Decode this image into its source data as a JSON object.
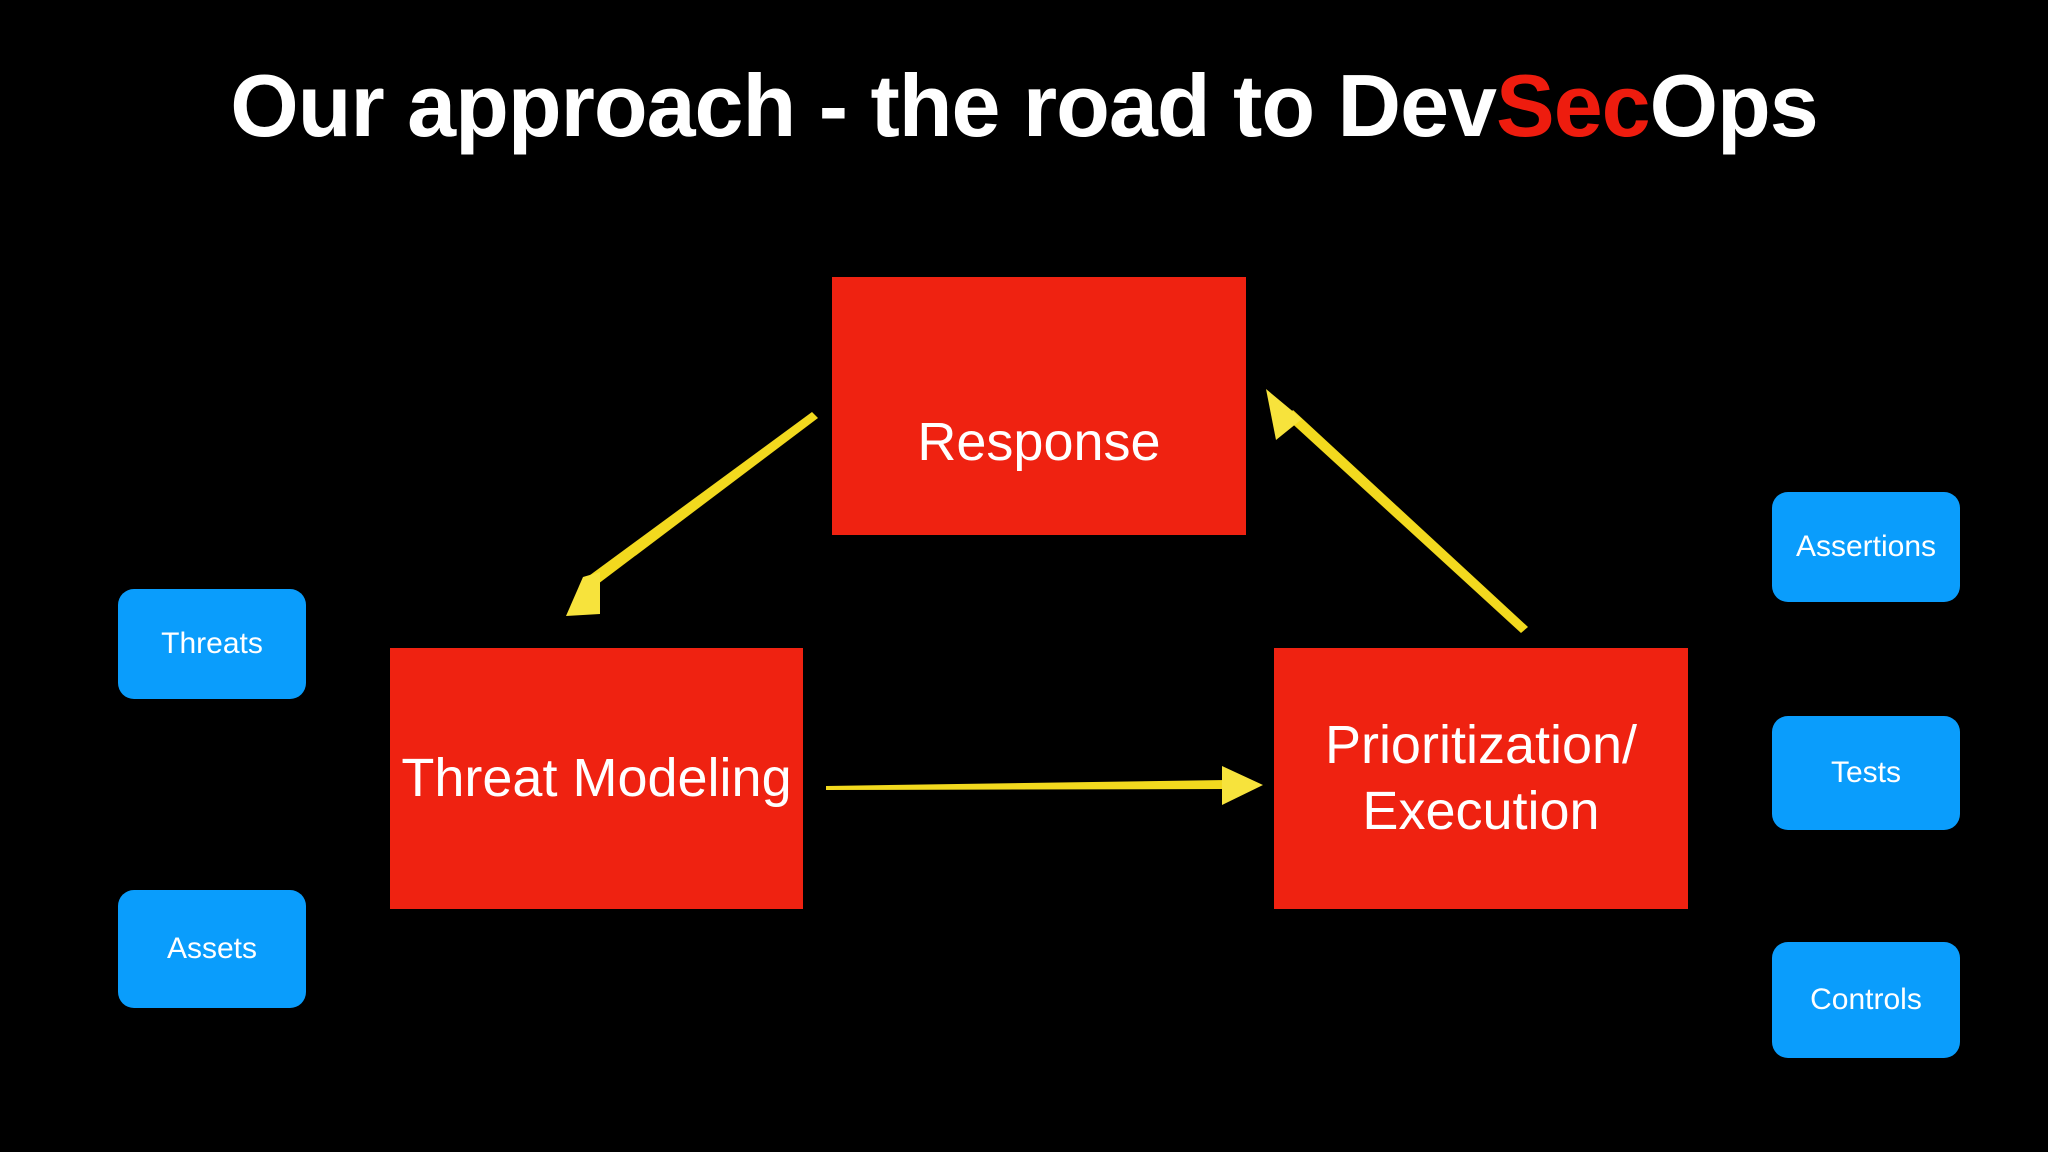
{
  "slide": {
    "background_color": "#000000",
    "title": {
      "part1": "Our approach - the road to Dev",
      "accent": "Sec",
      "part2": "Ops",
      "accent_color": "#ee1c0e",
      "text_color": "#ffffff"
    }
  },
  "process_boxes": [
    {
      "id": "response",
      "label": "Response",
      "fill": "#ef2211",
      "text_color": "#ffffff"
    },
    {
      "id": "threat-modeling",
      "label": "Threat Modeling",
      "fill": "#ef2211",
      "text_color": "#ffffff"
    },
    {
      "id": "prioritization",
      "label": "Prioritization/\nExecution",
      "fill": "#ef2211",
      "text_color": "#ffffff"
    }
  ],
  "tag_boxes": {
    "left": [
      {
        "id": "threats",
        "label": "Threats",
        "fill": "#0a9dfc",
        "text_color": "#ffffff"
      },
      {
        "id": "assets",
        "label": "Assets",
        "fill": "#0a9dfc",
        "text_color": "#ffffff"
      }
    ],
    "right": [
      {
        "id": "assertions",
        "label": "Assertions",
        "fill": "#0a9dfc",
        "text_color": "#ffffff"
      },
      {
        "id": "tests",
        "label": "Tests",
        "fill": "#0a9dfc",
        "text_color": "#ffffff"
      },
      {
        "id": "controls",
        "label": "Controls",
        "fill": "#0a9dfc",
        "text_color": "#ffffff"
      }
    ]
  },
  "arrows": [
    {
      "id": "response-to-threat-modeling",
      "from": "Response",
      "to": "Threat Modeling",
      "color": "#f2d91e",
      "direction": "down-left"
    },
    {
      "id": "threat-modeling-to-prioritization",
      "from": "Threat Modeling",
      "to": "Prioritization/Execution",
      "color": "#f2d91e",
      "direction": "right"
    },
    {
      "id": "prioritization-to-response",
      "from": "Prioritization/Execution",
      "to": "Response",
      "color": "#f2d91e",
      "direction": "up-left"
    }
  ]
}
